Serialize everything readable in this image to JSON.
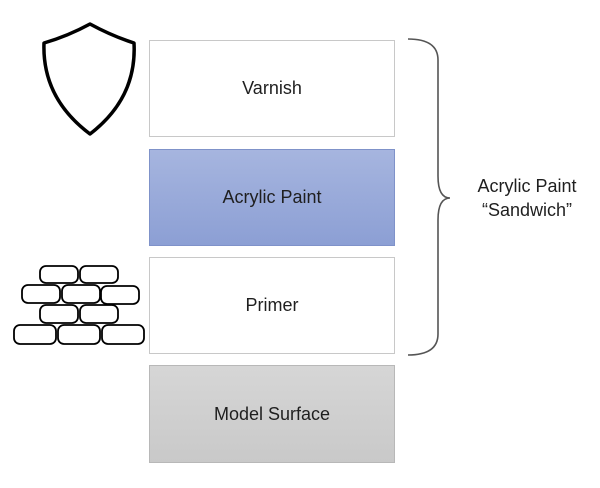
{
  "layers": [
    {
      "label": "Varnish",
      "color": "#ffffff"
    },
    {
      "label": "Acrylic Paint",
      "color": "#8c9fd4"
    },
    {
      "label": "Primer",
      "color": "#ffffff"
    },
    {
      "label": "Model Surface",
      "color": "#c9c9c9"
    }
  ],
  "bracket_label": {
    "line1": "Acrylic Paint",
    "line2": "“Sandwich”"
  },
  "icons": {
    "varnish": "shield-icon",
    "primer": "brick-wall-icon"
  }
}
